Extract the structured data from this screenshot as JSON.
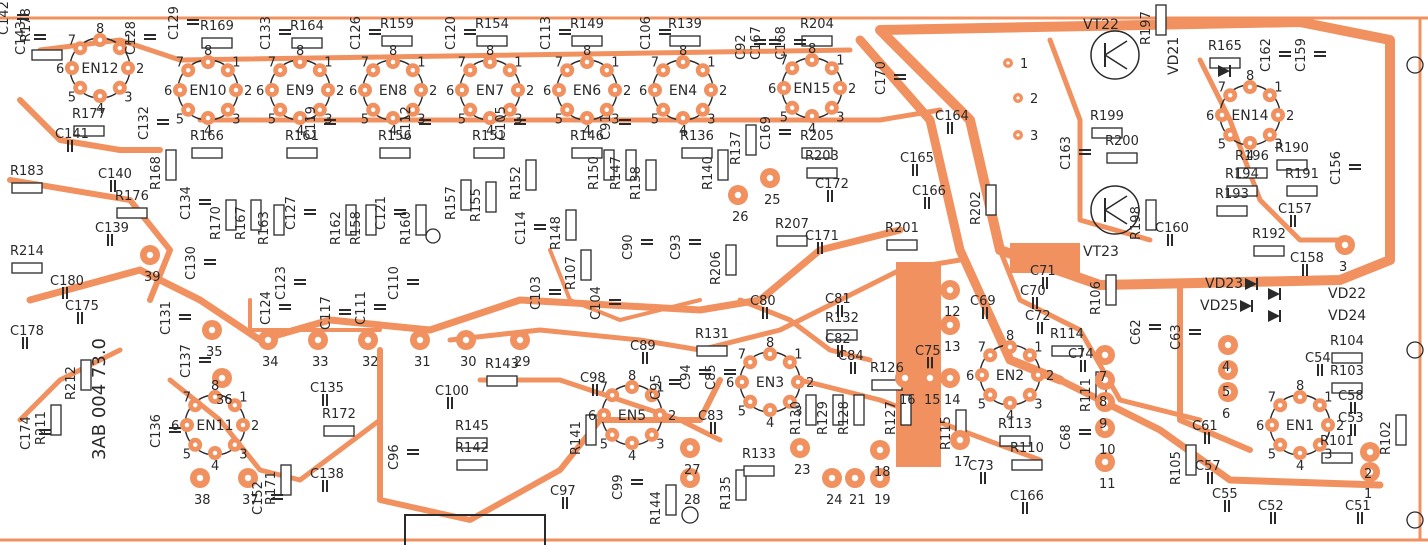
{
  "board": {
    "colors": {
      "background": "#ffffff",
      "copper": "#f0915f",
      "copper_dark": "#e67a3f",
      "silkscreen": "#2a2a2a",
      "hole": "#ffffff",
      "marking": "#f3a27a"
    },
    "board_code": "3AB 004 73.0",
    "chips": [
      "EN12",
      "EN10",
      "EN9",
      "EN8",
      "EN7",
      "EN6",
      "EN4",
      "EN15",
      "EN14",
      "EN11",
      "EN5",
      "EN3",
      "EN2",
      "EN1"
    ],
    "transistors": [
      "VT22",
      "VT23"
    ],
    "pin_labels": [
      "1",
      "2",
      "3"
    ],
    "terminals": [
      "39",
      "35",
      "36",
      "34",
      "33",
      "32",
      "31",
      "30",
      "29",
      "38",
      "37",
      "28",
      "27",
      "26",
      "25",
      "24",
      "21",
      "19",
      "23",
      "18",
      "16",
      "15",
      "14",
      "13",
      "12",
      "17",
      "11",
      "10",
      "9",
      "8",
      "7",
      "5",
      "4",
      "6",
      "3",
      "2",
      "1"
    ],
    "resistors": [
      "R178",
      "R169",
      "R164",
      "R159",
      "R154",
      "R149",
      "R139",
      "R204",
      "R197",
      "R165",
      "R177",
      "R166",
      "R161",
      "R156",
      "R151",
      "R146",
      "R136",
      "R205",
      "R199",
      "R200",
      "R196",
      "R190",
      "R194",
      "R191",
      "R193",
      "R198",
      "R192",
      "R183",
      "R168",
      "R170",
      "R167",
      "R163",
      "R165",
      "R162",
      "R158",
      "R160",
      "R157",
      "R155",
      "R152",
      "R148",
      "R150",
      "R147",
      "R138",
      "R140",
      "R137",
      "R203",
      "R207",
      "R201",
      "R202",
      "R176",
      "R214",
      "R107",
      "R206",
      "R131",
      "R132",
      "R106",
      "R114",
      "R104",
      "R103",
      "R102",
      "R212",
      "R211",
      "R172",
      "R171",
      "R143",
      "R145",
      "R142",
      "R141",
      "R144",
      "R135",
      "R133",
      "R130",
      "R129",
      "R128",
      "R127",
      "R126",
      "R115",
      "R113",
      "R110",
      "R111",
      "R105",
      "R101",
      "R107"
    ],
    "capacitors": [
      "C142",
      "C143",
      "C128",
      "C129",
      "C133",
      "C126",
      "C120",
      "C113",
      "C106",
      "C92",
      "C167",
      "C168",
      "C170",
      "C162",
      "C159",
      "C141",
      "C132",
      "C119",
      "C112",
      "C105",
      "C91",
      "C169",
      "C164",
      "C163",
      "C165",
      "C172",
      "C166",
      "C156",
      "C157",
      "C160",
      "C140",
      "C134",
      "C127",
      "C121",
      "C114",
      "C90",
      "C93",
      "C139",
      "C130",
      "C123",
      "C110",
      "C103",
      "C104",
      "C171",
      "C71",
      "C70",
      "C69",
      "C72",
      "C158",
      "C180",
      "C175",
      "C131",
      "C124",
      "C117",
      "C111",
      "C80",
      "C81",
      "C82",
      "C84",
      "C62",
      "C63",
      "C54",
      "C178",
      "C137",
      "C135",
      "C136",
      "C138",
      "C152",
      "C96",
      "C89",
      "C100",
      "C98",
      "C95",
      "C94",
      "C85",
      "C83",
      "C97",
      "C99",
      "C75",
      "C74",
      "C68",
      "C73",
      "C166",
      "C61",
      "C58",
      "C53",
      "C57",
      "C55",
      "C52",
      "C51",
      "C174"
    ],
    "diodes": [
      "VD21",
      "VD23",
      "VD22",
      "VD24",
      "VD25"
    ]
  }
}
